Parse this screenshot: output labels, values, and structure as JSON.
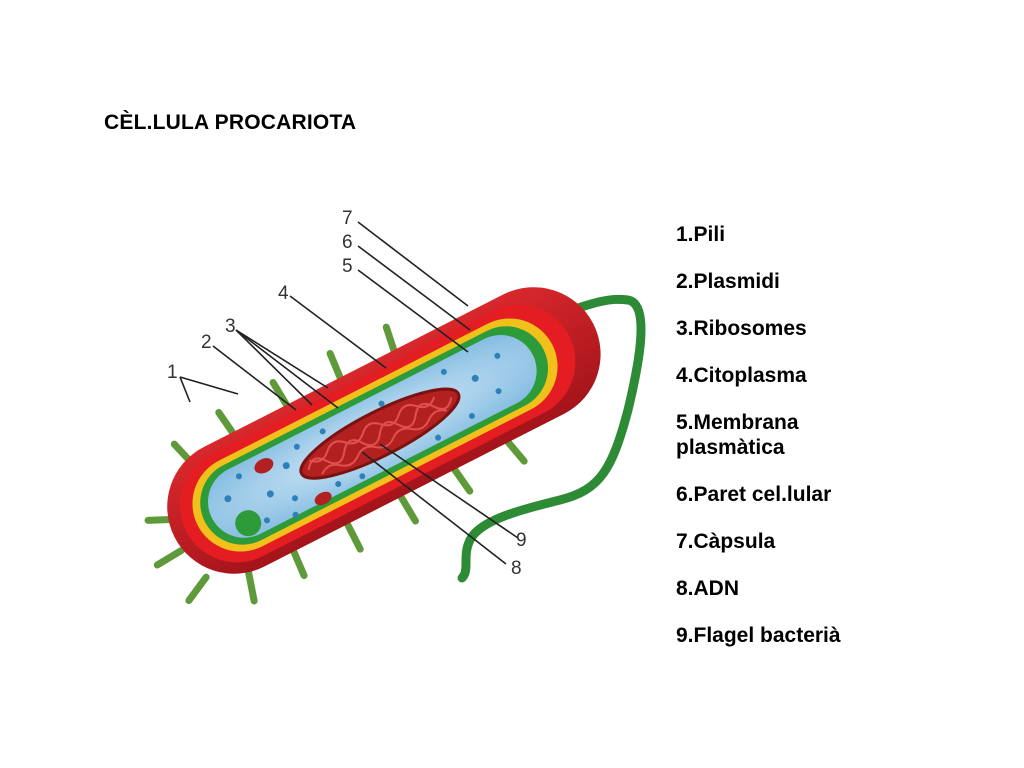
{
  "title": "CÈL.LULA PROCARIOTA",
  "callouts": [
    "1",
    "2",
    "3",
    "4",
    "5",
    "6",
    "7",
    "8",
    "9"
  ],
  "legend": [
    "1.Pili",
    "2.Plasmidi",
    "3.Ribosomes",
    "4.Citoplasma",
    "5.Membrana plasmàtica",
    "6.Paret cel.lular",
    "7.Càpsula",
    "8.ADN",
    "9.Flagel bacterià"
  ],
  "colors": {
    "capsule": "#c0171c",
    "cell_wall": "#f2c01a",
    "membrane": "#2e9b3a",
    "cytoplasm": "#9fcdea",
    "dna": "#9b1c1c",
    "flagellum": "#2d8a35",
    "pili": "#8ab84a"
  }
}
